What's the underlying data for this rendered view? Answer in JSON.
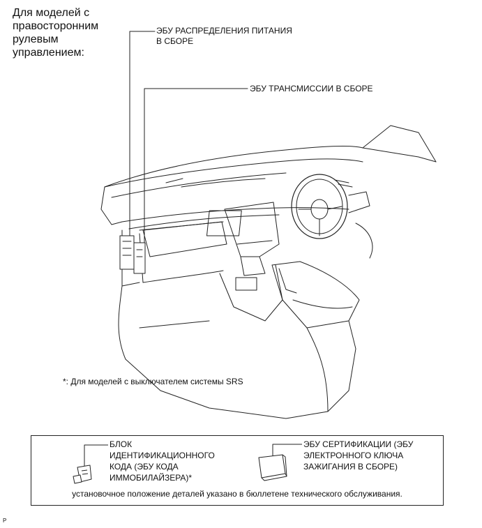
{
  "heading": "Для моделей с\nправосторонним\nрулевым\nуправлением:",
  "callouts": {
    "power_ecu": "ЭБУ РАСПРЕДЕЛЕНИЯ ПИТАНИЯ\nВ СБОРЕ",
    "transmission_ecu": "ЭБУ ТРАНСМИССИИ В СБОРЕ"
  },
  "footnote": "*: Для моделей с выключателем системы SRS",
  "legend": {
    "immobilizer": "БЛОК\nИДЕНТИФИКАЦИОННОГО\nКОДА (ЭБУ КОДА\nИММОБИЛАЙЗЕРА)*",
    "certification": "ЭБУ СЕРТИФИКАЦИИ (ЭБУ\nЭЛЕКТРОННОГО КЛЮЧА\nЗАЖИГАНИЯ В СБОРЕ)",
    "footer": "установочное положение деталей указано в бюллетене технического обслуживания."
  },
  "corner_mark": "P"
}
